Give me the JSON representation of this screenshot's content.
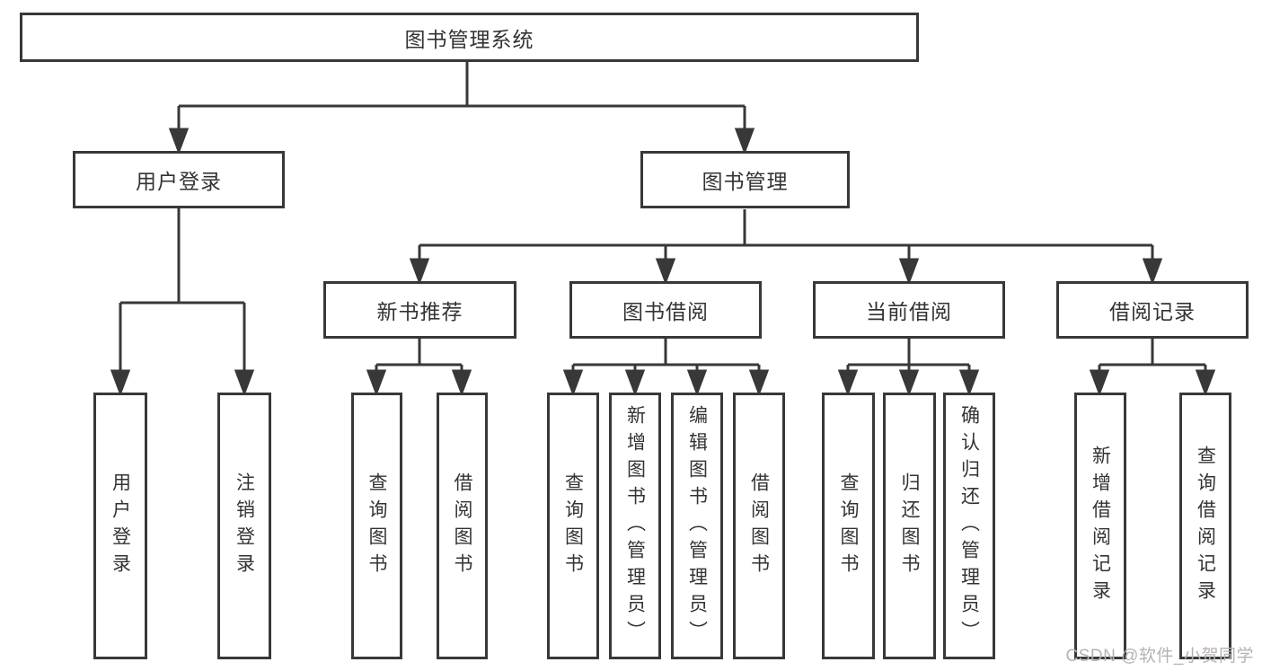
{
  "diagram": {
    "root": {
      "label": "图书管理系统"
    },
    "branches": [
      {
        "label": "用户登录",
        "children": [
          {
            "label": "用户登录"
          },
          {
            "label": "注销登录"
          }
        ]
      },
      {
        "label": "图书管理",
        "children": [
          {
            "label": "新书推荐",
            "children": [
              {
                "label": "查询图书"
              },
              {
                "label": "借阅图书"
              }
            ]
          },
          {
            "label": "图书借阅",
            "children": [
              {
                "label": "查询图书"
              },
              {
                "label": "新增图书（管理员）"
              },
              {
                "label": "编辑图书（管理员）"
              },
              {
                "label": "借阅图书"
              }
            ]
          },
          {
            "label": "当前借阅",
            "children": [
              {
                "label": "查询图书"
              },
              {
                "label": "归还图书"
              },
              {
                "label": "确认归还（管理员）"
              }
            ]
          },
          {
            "label": "借阅记录",
            "children": [
              {
                "label": "新增借阅记录"
              },
              {
                "label": "查询借阅记录"
              }
            ]
          }
        ]
      }
    ]
  },
  "watermark": {
    "text": "CSDN @软件_小贺同学"
  },
  "colors": {
    "line": "#383838",
    "text": "#333333",
    "background": "#ffffff",
    "watermark": "#b9b1b1"
  }
}
